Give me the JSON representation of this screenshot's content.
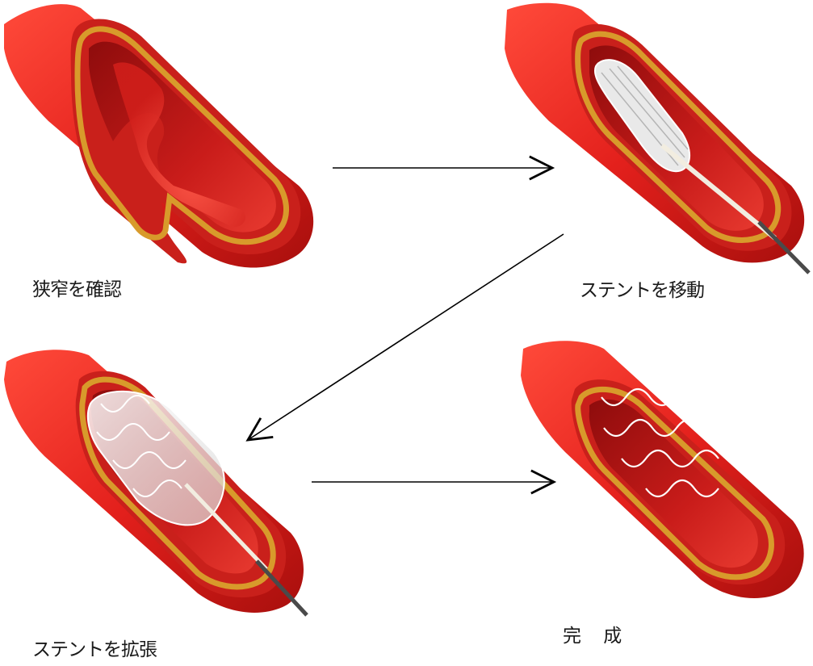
{
  "steps": [
    {
      "label": "狭窄を確認"
    },
    {
      "label": "ステントを移動"
    },
    {
      "label": "ステントを拡張"
    },
    {
      "label": "完 成"
    }
  ],
  "colors": {
    "vessel_outer": "#e8231f",
    "vessel_dark": "#a8100e",
    "lumen": "#c41a18",
    "wall_band": "#d79a2a",
    "stent_wire": "#ffffff",
    "arrow": "#000000",
    "background": "#ffffff"
  }
}
